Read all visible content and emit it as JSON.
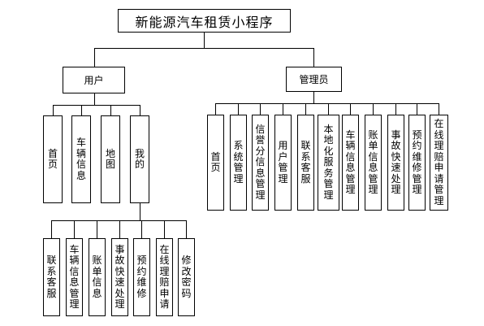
{
  "root": "新能源汽车租赁小程序",
  "user": {
    "label": "用户",
    "children": [
      "首页",
      "车辆信息",
      "地图",
      "我的"
    ],
    "mine_children": [
      "联系客服",
      "车辆信息管理",
      "账单信息",
      "事故快速处理",
      "预约维修",
      "在线理赔申请",
      "修改密码"
    ]
  },
  "admin": {
    "label": "管理员",
    "children": [
      "首页",
      "系统管理",
      "信誉分信息管理",
      "用户管理",
      "联系客服",
      "本地化服务管理",
      "车辆信息管理",
      "账单信息管理",
      "事故快速处理",
      "预约维修管理",
      "在线理赔申请管理"
    ]
  }
}
